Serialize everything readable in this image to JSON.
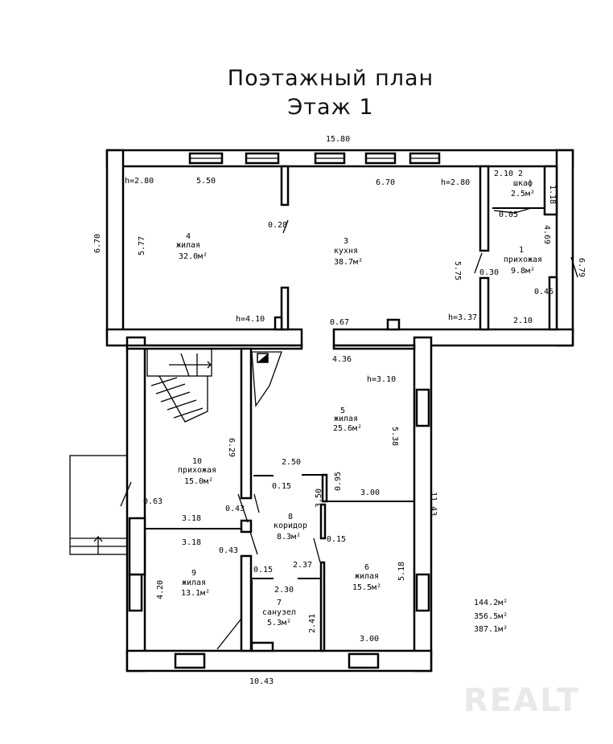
{
  "title": "Поэтажный план",
  "floor": "Этаж 1",
  "rooms": [
    {
      "num": "1",
      "name": "прихожая",
      "area": "9.8м²"
    },
    {
      "num": "2",
      "name": "шкаф",
      "area": "2.5м²"
    },
    {
      "num": "3",
      "name": "кухня",
      "area": "38.7м²"
    },
    {
      "num": "4",
      "name": "жилая",
      "area": "32.0м²"
    },
    {
      "num": "5",
      "name": "жилая",
      "area": "25.6м²"
    },
    {
      "num": "6",
      "name": "жилая",
      "area": "15.5м²"
    },
    {
      "num": "7",
      "name": "санузел",
      "area": "5.3м²"
    },
    {
      "num": "8",
      "name": "коридор",
      "area": "8.3м²"
    },
    {
      "num": "9",
      "name": "жилая",
      "area": "13.1м²"
    },
    {
      "num": "10",
      "name": "прихожая",
      "area": "15.0м²"
    }
  ],
  "dims": {
    "top_total": "15.80",
    "left_total": "6.70",
    "right_upper": "6.79",
    "right_total": "11.43",
    "bottom_total": "10.43",
    "r4_w": "5.50",
    "r4_h": "5.77",
    "r4_height": "h=2.80",
    "r4_door": "0.28",
    "r4_height2": "h=4.10",
    "r3_w": "6.70",
    "r3_height": "h=2.80",
    "r3_h": "5.75",
    "r3_door": "0.67",
    "r3_height2": "h=3.37",
    "r2_w": "2.10",
    "r2_h": "1.18",
    "r2_door": "0.05",
    "r1_h": "4.69",
    "r1_door": "0.30",
    "r1_door2": "0.46",
    "r1_w": "2.10",
    "r5_w": "4.36",
    "r5_height": "h=3.10",
    "r5_h": "5.38",
    "r5_door": "0.95",
    "r5_w2": "3.00",
    "r10_h": "6.29",
    "r10_door": "0.63",
    "r10_door2": "0.43",
    "r10_w": "3.18",
    "r8_w": "2.50",
    "r8_door": "0.15",
    "r8_h": "3.50",
    "r8_door2": "0.15",
    "r8_w2": "2.37",
    "r9_w": "3.18",
    "r9_door": "0.43",
    "r9_h": "4.20",
    "r7_door": "0.15",
    "r7_w": "2.30",
    "r7_h": "2.41",
    "r6_h": "5.18",
    "r6_w": "3.00"
  },
  "totals": [
    "144.2м²",
    "356.5м²",
    "387.1м²"
  ],
  "watermark": "REALT"
}
